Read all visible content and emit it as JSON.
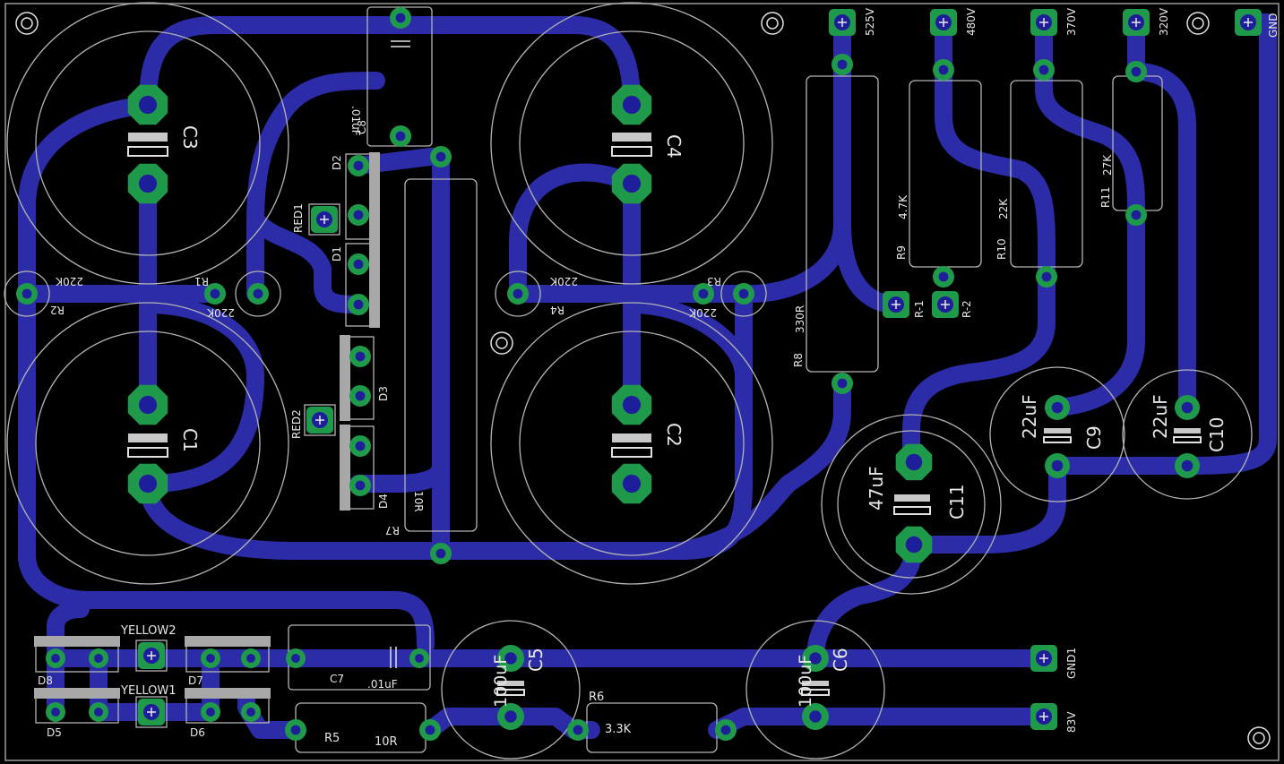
{
  "board": {
    "background": "#000000",
    "trace_color": "#2c2ca8",
    "pad_color": "#1e9a4a",
    "silk_color": "#c8c8c8"
  },
  "labels": {
    "c1": "C1",
    "c2": "C2",
    "c3": "C3",
    "c4": "C4",
    "c5": "C5",
    "c6": "C6",
    "c7": "C7",
    "c7v": ".01uF",
    "c8": "C8",
    "c8v": ".01uF",
    "c9": "C9",
    "c9v": "22uF",
    "c10": "C10",
    "c10v": "22uF",
    "c11": "C11",
    "c11v": "47uF",
    "c5v": "100uF",
    "c6v": "100uF",
    "r1": "R1",
    "r1v": "220K",
    "r2": "R2",
    "r2v": "220K",
    "r3": "R3",
    "r3v": "220K",
    "r4": "R4",
    "r4v": "220K",
    "r5": "R5",
    "r5v": "10R",
    "r6": "R6",
    "r6v": "3.3K",
    "r7": "R7",
    "r7v": "10R",
    "r8": "R8",
    "r8v": "330R",
    "r9": "R9",
    "r9v": "4.7K",
    "r10": "R10",
    "r10v": "22K",
    "r11": "R11",
    "r11v": "27K",
    "d1": "D1",
    "d2": "D2",
    "d3": "D3",
    "d4": "D4",
    "d5": "D5",
    "d6": "D6",
    "d7": "D7",
    "d8": "D8",
    "red1": "RED1",
    "red2": "RED2",
    "yellow1": "YELLOW1",
    "yellow2": "YELLOW2",
    "rm": "R-1",
    "rp": "R-2",
    "t525": "525V",
    "t480": "480V",
    "t370": "370V",
    "t320": "320V",
    "tgnd": "GND",
    "gnd1": "GND1",
    "t83": "83V"
  }
}
